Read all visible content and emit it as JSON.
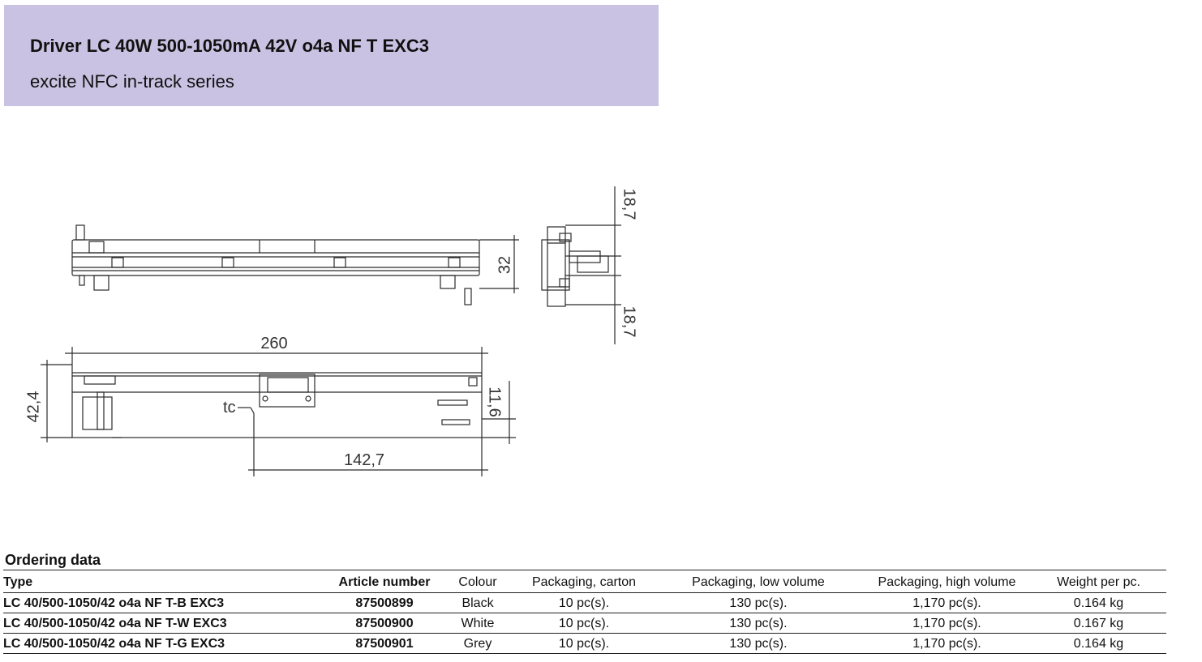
{
  "header": {
    "title": "Driver LC 40W 500-1050mA 42V o4a NF T EXC3",
    "subtitle": "excite NFC in-track series"
  },
  "drawing": {
    "dim_height_32": "32",
    "dim_top_18_7": "18,7",
    "dim_bottom_18_7": "18,7",
    "dim_length_260": "260",
    "dim_height_42_4": "42,4",
    "dim_tc": "tc",
    "dim_11_6": "11,6",
    "dim_142_7": "142,7"
  },
  "ordering": {
    "title": "Ordering data",
    "columns": [
      "Type",
      "Article number",
      "Colour",
      "Packaging, carton",
      "Packaging, low volume",
      "Packaging, high volume",
      "Weight per pc."
    ],
    "rows": [
      [
        "LC 40/500-1050/42 o4a NF T-B EXC3",
        "87500899",
        "Black",
        "10 pc(s).",
        "130 pc(s).",
        "1,170 pc(s).",
        "0.164 kg"
      ],
      [
        "LC 40/500-1050/42 o4a NF T-W EXC3",
        "87500900",
        "White",
        "10 pc(s).",
        "130 pc(s).",
        "1,170 pc(s).",
        "0.167 kg"
      ],
      [
        "LC 40/500-1050/42 o4a NF T-G EXC3",
        "87500901",
        "Grey",
        "10 pc(s).",
        "130 pc(s).",
        "1,170 pc(s).",
        "0.164 kg"
      ]
    ]
  }
}
